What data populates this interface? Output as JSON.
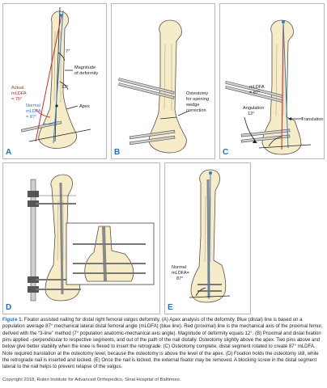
{
  "panels": {
    "a": {
      "letter": "A",
      "labels": {
        "angle_top": "7°",
        "magnitude": "Magnitude",
        "magnitude2": "of deformity",
        "angle_12": "12°",
        "actual1": "Actual",
        "actual2": "mLDFA",
        "actual3": "= 75°",
        "normal1": "Normal",
        "normal2": "mLDFA",
        "normal3": "= 87°",
        "apex": "Apex"
      }
    },
    "b": {
      "letter": "B",
      "labels": {
        "osteo1": "Osteotomy",
        "osteo2": "for opening",
        "osteo3": "wedge",
        "osteo4": "correction"
      }
    },
    "c": {
      "letter": "C",
      "labels": {
        "mldfa1": "mLDFA",
        "mldfa2": "= 87°",
        "angulation1": "Angulation",
        "angulation2": "12°",
        "translation": "Translation"
      }
    },
    "d": {
      "letter": "D"
    },
    "e": {
      "letter": "E",
      "labels": {
        "normal1": "Normal",
        "normal2": "mLDFA=",
        "normal3": "87°"
      }
    }
  },
  "caption": {
    "head": "Figure 1.",
    "body": " Fixator assisted nailing for distal right femoral valgus deformity. (A) Apex analysis of the deformity. Blue (distal) line is based on a population average 87° mechanical lateral distal femoral angle (mLDFA) (blue line). Red (proximal) line is the mechanical axis of the proximal femur, derived with the “3-line” method (7° population anatomic-mechanical axis angle). Magnitude of deformity equals 12°. (B) Proximal and distal fixation pins applied –perpendicular to respective segments, and out of the path of the nail distally. Osteotomy slightly above the apex. Two pins above and below give better stability when the knee is flexed to insert the retrograde. (C) Osteotomy complete, distal segment rotated to create 87° mLDFA. Note required translation at the osteotomy level, because the osteotomy is above the level of the apex. (D) Fixation holds the osteotomy still, while the retrograde nail is inserted and locked. (E) Once the nail is locked, the external fixator may be removed. A blocking screw in the distal segment lateral to the nail helps to prevent relapse of the valgus."
  },
  "copyright": "Copyright 2018, Rubin Institute for Advanced Orthopedics, Sinai Hospital of Baltimore."
}
